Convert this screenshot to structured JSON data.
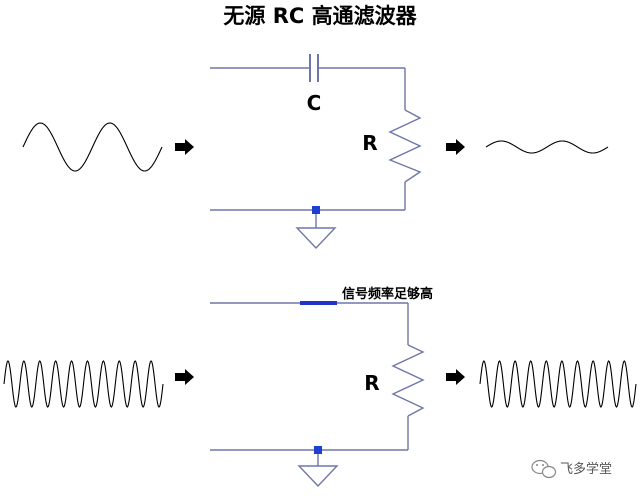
{
  "title": "无源 RC 高通滤波器",
  "top_circuit": {
    "capacitor_label": "C",
    "resistor_label": "R"
  },
  "bottom_circuit": {
    "resistor_label": "R",
    "note": "信号频率足够高"
  },
  "watermark": {
    "text": "飞多学堂",
    "icon": "wechat-icon"
  },
  "colors": {
    "wire": "#6f76a8",
    "node": "#1f3fd0",
    "short_wire": "#2233cc",
    "ground": "#6f76a8"
  }
}
